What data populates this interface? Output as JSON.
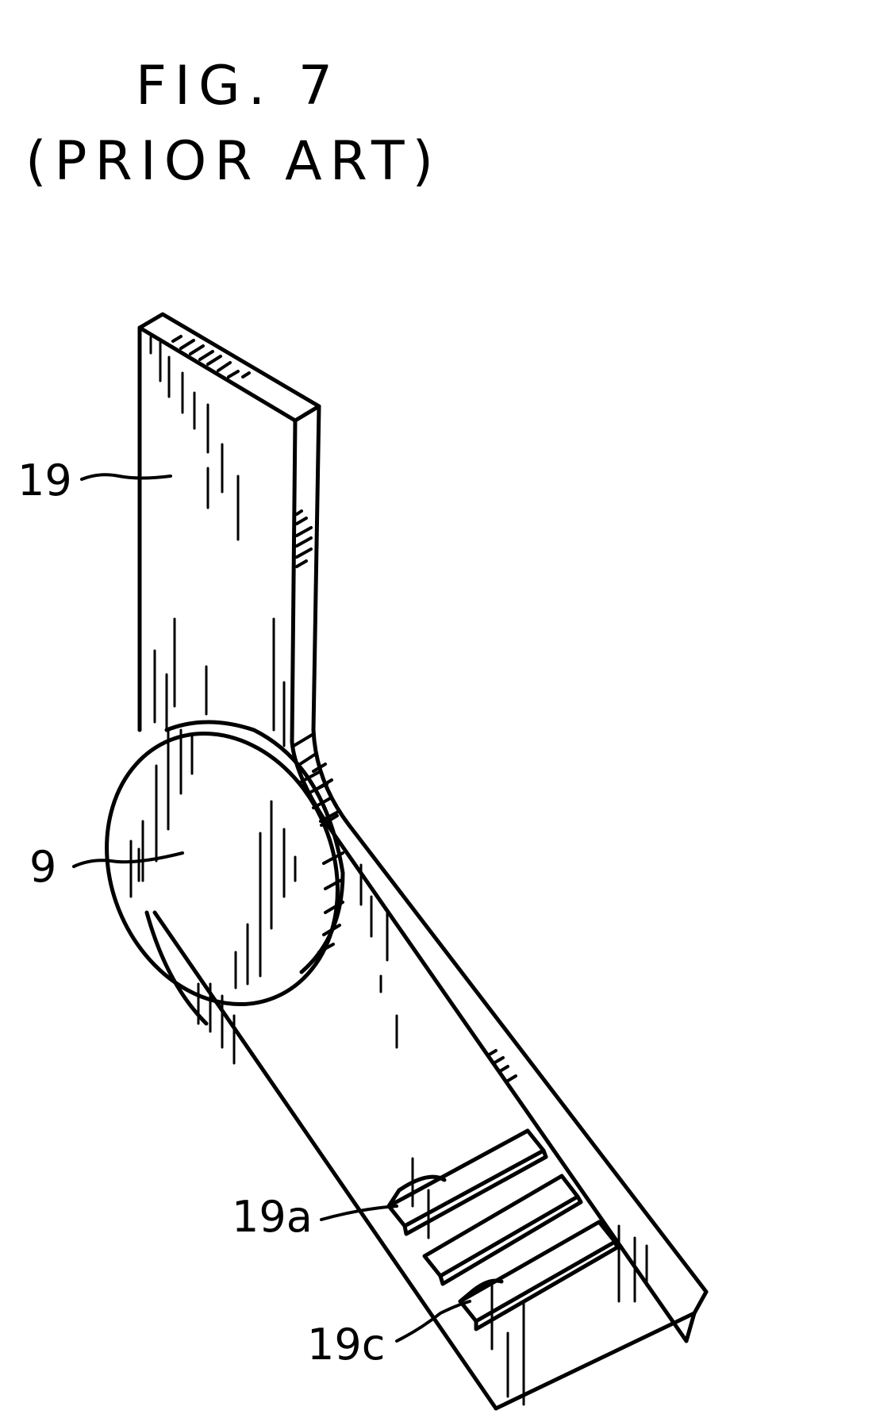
{
  "figure": {
    "title": "FIG. 7",
    "subtitle": "(PRIOR ART)"
  },
  "labels": {
    "arm": "19",
    "disc": "9",
    "first_ridge": "19a",
    "third_ridge": "19c"
  },
  "colors": {
    "ink": "#000000",
    "paper": "#ffffff"
  }
}
